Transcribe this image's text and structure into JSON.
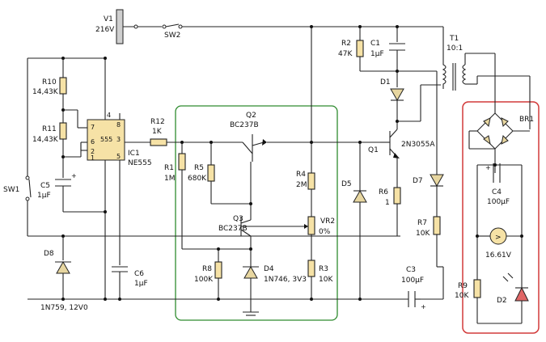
{
  "labels": {
    "v1": "V1",
    "v1_val": "216V",
    "sw2": "SW2",
    "sw1": "SW1",
    "r10": "R10",
    "r10_val": "14,43K",
    "r11": "R11",
    "r11_val": "14,43K",
    "c5": "C5",
    "c5_val": "1µF",
    "ic1": "IC1",
    "ic1_part": "NE555",
    "ic1_chip": "555",
    "pin7": "7",
    "pin8": "8",
    "pin6": "6",
    "pin2": "2",
    "pin1": "1",
    "pin3": "3",
    "pin5": "5",
    "pin4": "4",
    "r12": "R12",
    "r12_val": "1K",
    "c6": "C6",
    "c6_val": "1µF",
    "d8": "D8",
    "d8_val": "1N759, 12V0",
    "q2": "Q2",
    "q2_part": "BC237B",
    "q3": "Q3",
    "q3_part": "BC237B",
    "r1": "R1",
    "r1_val": "1M",
    "r5": "R5",
    "r5_val": "680K",
    "r8": "R8",
    "r8_val": "100K",
    "r4": "R4",
    "r4_val": "2M",
    "vr2": "VR2",
    "vr2_val": "0%",
    "r3": "R3",
    "r3_val": "10K",
    "d4": "D4",
    "d4_val": "1N746, 3V3",
    "r2": "R2",
    "r2_val": "47K",
    "c1": "C1",
    "c1_val": "1µF",
    "d1": "D1",
    "q1": "Q1",
    "q1_part": "2N3055A",
    "d5": "D5",
    "r6": "R6",
    "r6_val": "1",
    "d7": "D7",
    "r7": "R7",
    "r7_val": "10K",
    "c3": "C3",
    "c3_val": "100µF",
    "t1": "T1",
    "t1_ratio": "10:1",
    "br1": "BR1",
    "c4": "C4",
    "c4_val": "100µF",
    "meter_val": "16.61V",
    "r9": "R9",
    "r9_val": "10K",
    "d2": "D2",
    "plus1": "+",
    "plus2": "+",
    "plus3": "+"
  },
  "colors": {
    "green_box": "#2e8b2e",
    "red_box": "#d23a3a",
    "component_fill": "#f6e2a6"
  }
}
